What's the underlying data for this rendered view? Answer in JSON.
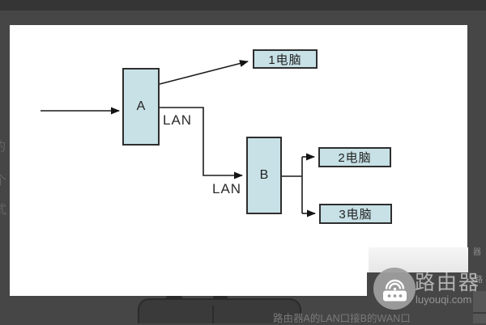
{
  "diagram": {
    "nodes": {
      "router_a": "A",
      "router_b": "B",
      "pc1": "1电脑",
      "pc2": "2电脑",
      "pc3": "3电脑"
    },
    "edge_labels": {
      "lan_a": "LAN",
      "lan_b": "LAN"
    }
  },
  "watermark": {
    "brand": "路由器",
    "domain": "luyouqi.com",
    "icon": "router-icon"
  },
  "bottom_caption": "路由器A的LAN口接B的WAN口",
  "edge_fragments": {
    "left": [
      "的",
      "个",
      "式"
    ],
    "right_top": "器",
    "right_mid": "路"
  },
  "colors": {
    "node_fill": "#c7e1e6",
    "node_border": "#2e2e2e",
    "connector": "#1c1c1c",
    "canvas": "#ffffff",
    "page_bg": "#464646",
    "topbar": "#353535"
  }
}
